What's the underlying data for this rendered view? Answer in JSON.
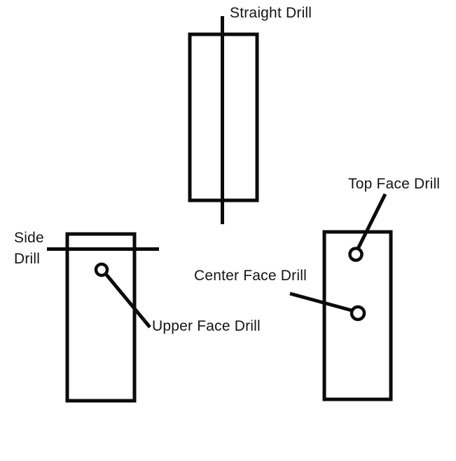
{
  "diagram": {
    "labels": {
      "straight_drill": "Straight Drill",
      "top_face_drill": "Top Face Drill",
      "side_drill_line1": "Side",
      "side_drill_line2": "Drill",
      "center_face_drill": "Center Face Drill",
      "upper_face_drill": "Upper Face Drill"
    },
    "colors": {
      "ink": "#0b0b0b",
      "background": "#ffffff"
    }
  }
}
